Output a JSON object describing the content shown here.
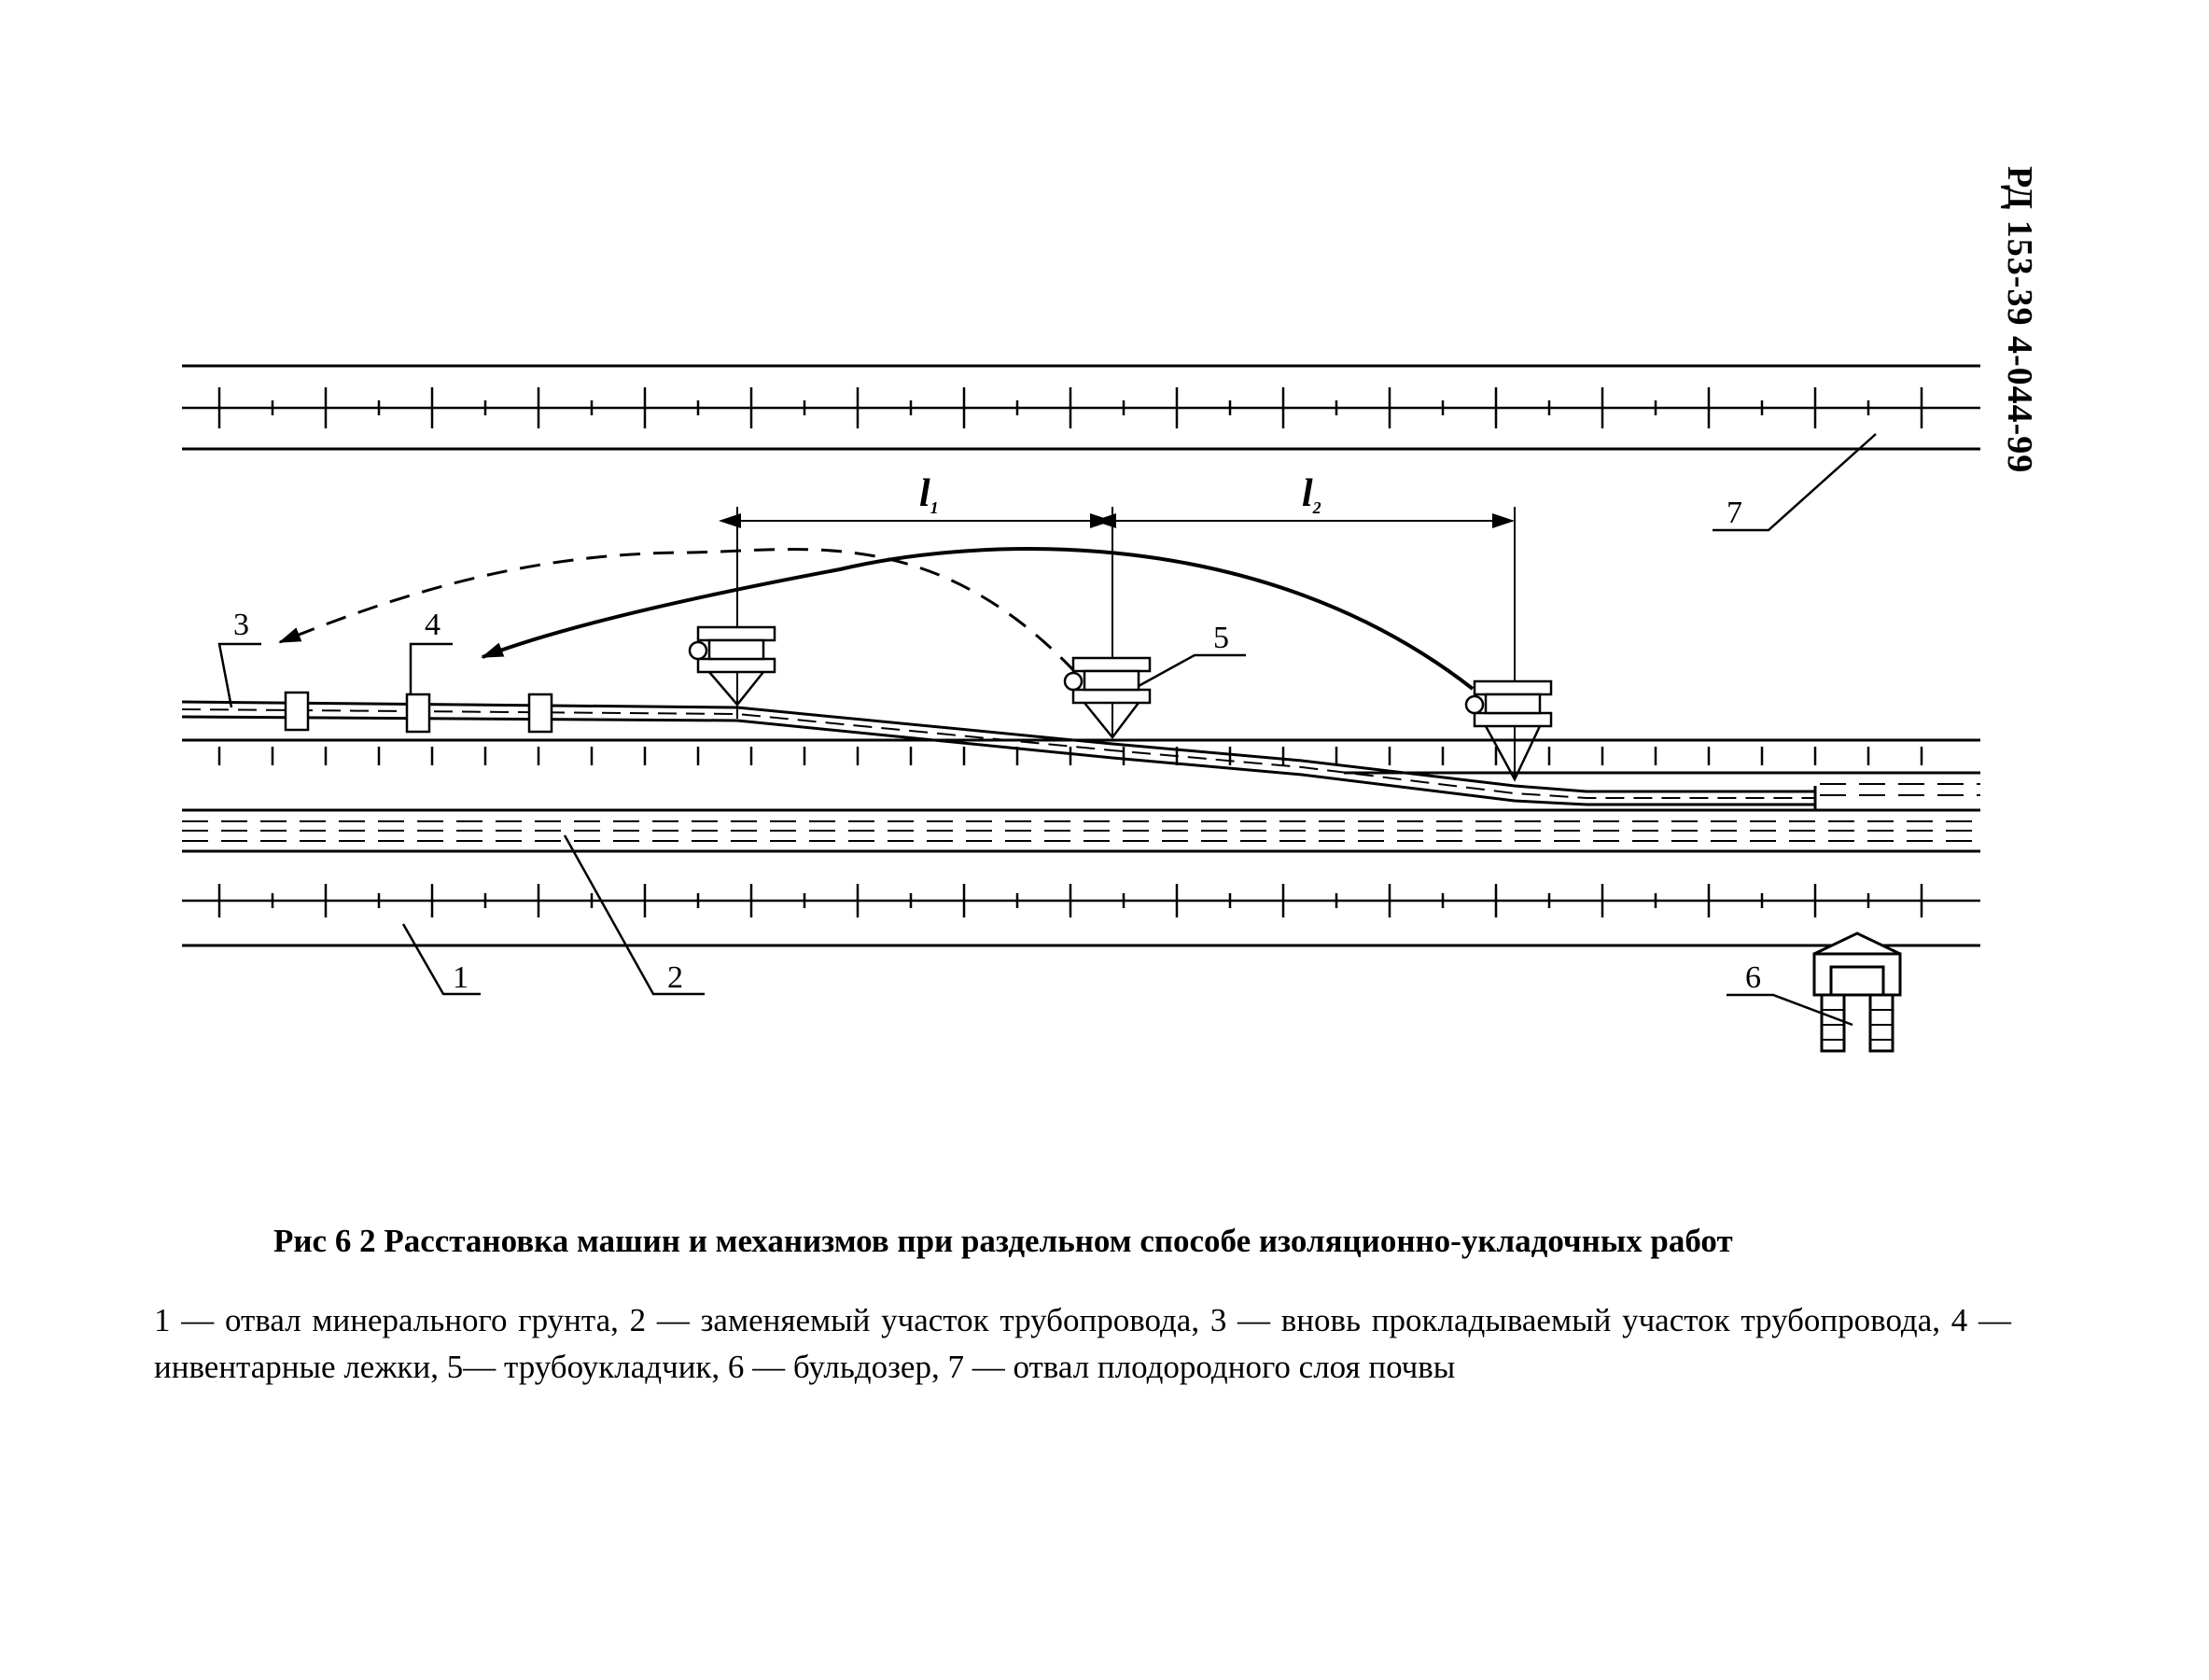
{
  "document_code": "РД 153-39 4-044-99",
  "figure": {
    "caption": "Рис 6 2 Расстановка машин и механизмов при раздельном способе изоляционно-укладочных работ",
    "legend": "1 — отвал минерального грунта, 2 — заменяемый участок трубопровода, 3 — вновь прокладываемый участок трубопровода, 4 — инвентарные лежки, 5— трубоукладчик, 6 — бульдозер, 7 — отвал плодородного слоя почвы"
  },
  "diagram": {
    "callouts": [
      "1",
      "2",
      "3",
      "4",
      "5",
      "6",
      "7"
    ],
    "dimensions": {
      "l1": "l",
      "l1_sub": "1",
      "l2": "l",
      "l2_sub": "2"
    }
  }
}
